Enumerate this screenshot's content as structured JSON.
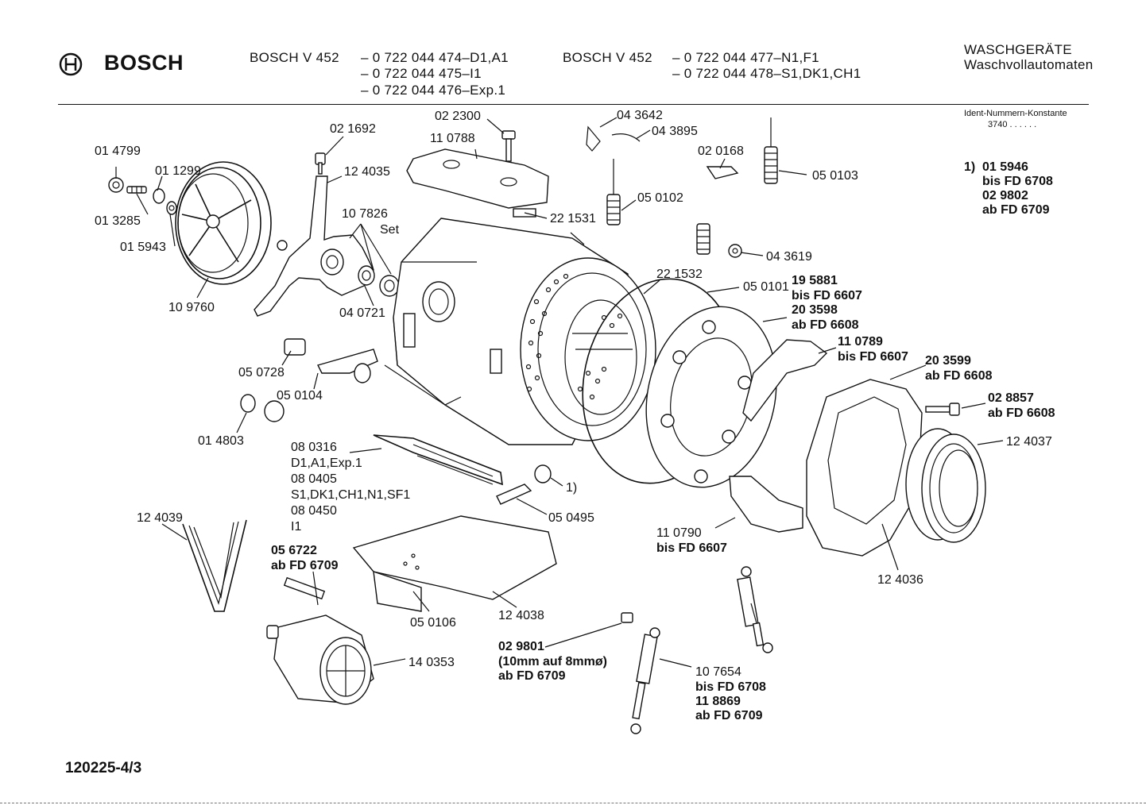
{
  "header": {
    "brand": "BOSCH",
    "left_model": "BOSCH  V 452",
    "left_numbers": [
      "– 0 722 044 474–D1,A1",
      "– 0 722 044 475–I1",
      "– 0 722 044 476–Exp.1"
    ],
    "right_model": "BOSCH  V 452",
    "right_numbers": [
      "– 0 722 044 477–N1,F1",
      "– 0 722 044 478–S1,DK1,CH1"
    ],
    "category": "WASCHGERÄTE",
    "subcategory": "Waschvollautomaten",
    "ident_label": "Ident-Nummern-Konstante",
    "ident_value": "3740  . .  . . . ."
  },
  "footnote": {
    "marker": "1)",
    "lines": [
      "01 5946",
      "bis FD 6708",
      "02 9802",
      "ab FD 6709"
    ]
  },
  "labels": {
    "l014799": "01 4799",
    "l011299": "01 1299",
    "l013285": "01 3285",
    "l015943": "01 5943",
    "l109760": "10 9760",
    "l021692": "02 1692",
    "l124035": "12 4035",
    "l107826": "10 7826",
    "l107826b": "Set",
    "l040721": "04 0721",
    "l022300": "02 2300",
    "l110788": "11 0788",
    "l043642": "04 3642",
    "l043895": "04 3895",
    "l020168": "02 0168",
    "l050103": "05 0103",
    "l050102": "05 0102",
    "l221531": "22 1531",
    "l043619": "04 3619",
    "l221532": "22 1532",
    "l050101": "05 0101",
    "l195881": "19 5881",
    "l195881b": "bis FD 6607",
    "l203598": "20 3598",
    "l203598b": "ab FD 6608",
    "l110789": "11 0789",
    "l110789b": "bis FD 6607",
    "l203599": "20 3599",
    "l203599b": "ab FD 6608",
    "l028857": "02 8857",
    "l028857b": "ab FD 6608",
    "l124037": "12 4037",
    "l050728": "05 0728",
    "l050104": "05 0104",
    "l014803": "01 4803",
    "l080316": "08 0316",
    "l080316b": "D1,A1,Exp.1",
    "l080405": "08 0405",
    "l080405b": "S1,DK1,CH1,N1,SF1",
    "l080450": "08 0450",
    "l080450b": "I1",
    "l1marker": "1)",
    "l050495": "05 0495",
    "l124039": "12 4039",
    "l056722": "05 6722",
    "l056722b": "ab FD 6709",
    "l110790": "11 0790",
    "l110790b": "bis FD 6607",
    "l124036": "12 4036",
    "l050106": "05 0106",
    "l124038": "12 4038",
    "l140353": "14 0353",
    "l029801": "02 9801",
    "l029801b": "(10mm auf 8mmø)",
    "l029801c": "ab FD 6709",
    "l107654": "10 7654",
    "l107654b": "bis FD 6708",
    "l118869": "11 8869",
    "l118869b": "ab FD 6709"
  },
  "document_number": "120225-4/3"
}
